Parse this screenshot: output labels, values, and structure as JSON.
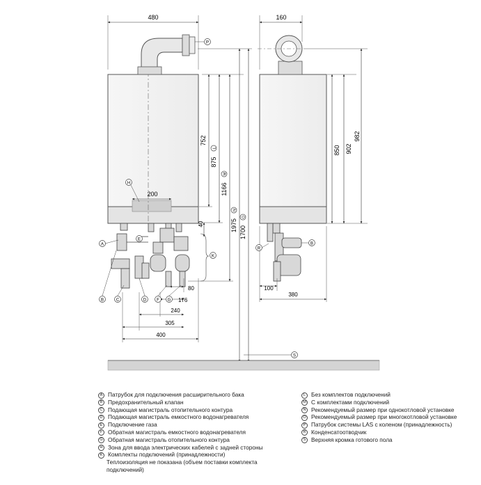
{
  "dimensions": {
    "front_width": "480",
    "side_depth_top": "160",
    "d752": "752",
    "d875": "875",
    "d1166": "1166",
    "d1975": "1975",
    "d1700": "1700",
    "d850": "850",
    "d902": "902",
    "d982": "982",
    "d200": "200",
    "d40": "40",
    "d80": "80",
    "d176": "176",
    "d240": "240",
    "d305": "305",
    "d400": "400",
    "d100": "100",
    "d380": "380"
  },
  "markers": {
    "A": "A",
    "B": "B",
    "C": "C",
    "D": "D",
    "E": "E",
    "F": "F",
    "G": "G",
    "H": "H",
    "K": "K",
    "L": "L",
    "M": "M",
    "N": "N",
    "O": "O",
    "P": "P",
    "R": "R",
    "S": "S"
  },
  "legend_left": [
    {
      "mark": "A",
      "text": "Патрубок для подключения расширительного бака"
    },
    {
      "mark": "B",
      "text": "Предохранительный клапан"
    },
    {
      "mark": "C",
      "text": "Подающая магистраль отопительного контура"
    },
    {
      "mark": "D",
      "text": "Подающая магистраль емкостного водонагревателя"
    },
    {
      "mark": "E",
      "text": "Подключение газа"
    },
    {
      "mark": "F",
      "text": "Обратная магистраль емкостного водонагревателя"
    },
    {
      "mark": "G",
      "text": "Обратная магистраль отопительного контура"
    },
    {
      "mark": "H",
      "text": "Зона для ввода электрических кабелей с задней стороны"
    },
    {
      "mark": "K",
      "text": "Комплекты подключений (принадлежности)"
    }
  ],
  "legend_left_note": "Теплоизоляция не показана (объем поставки комплекта подключений)",
  "legend_right": [
    {
      "mark": "L",
      "text": "Без комплектов подключений"
    },
    {
      "mark": "M",
      "text": "С комплектами подключений"
    },
    {
      "mark": "N",
      "text": "Рекомендуемый размер при однокотловой установке"
    },
    {
      "mark": "O",
      "text": "Рекомендуемый размер при многокотловой установке"
    },
    {
      "mark": "P",
      "text": "Патрубок системы LAS с коленом (принадлежность)"
    },
    {
      "mark": "R",
      "text": "Конденсатоотводчик"
    },
    {
      "mark": "S",
      "text": "Верхняя кромка готового пола"
    }
  ]
}
